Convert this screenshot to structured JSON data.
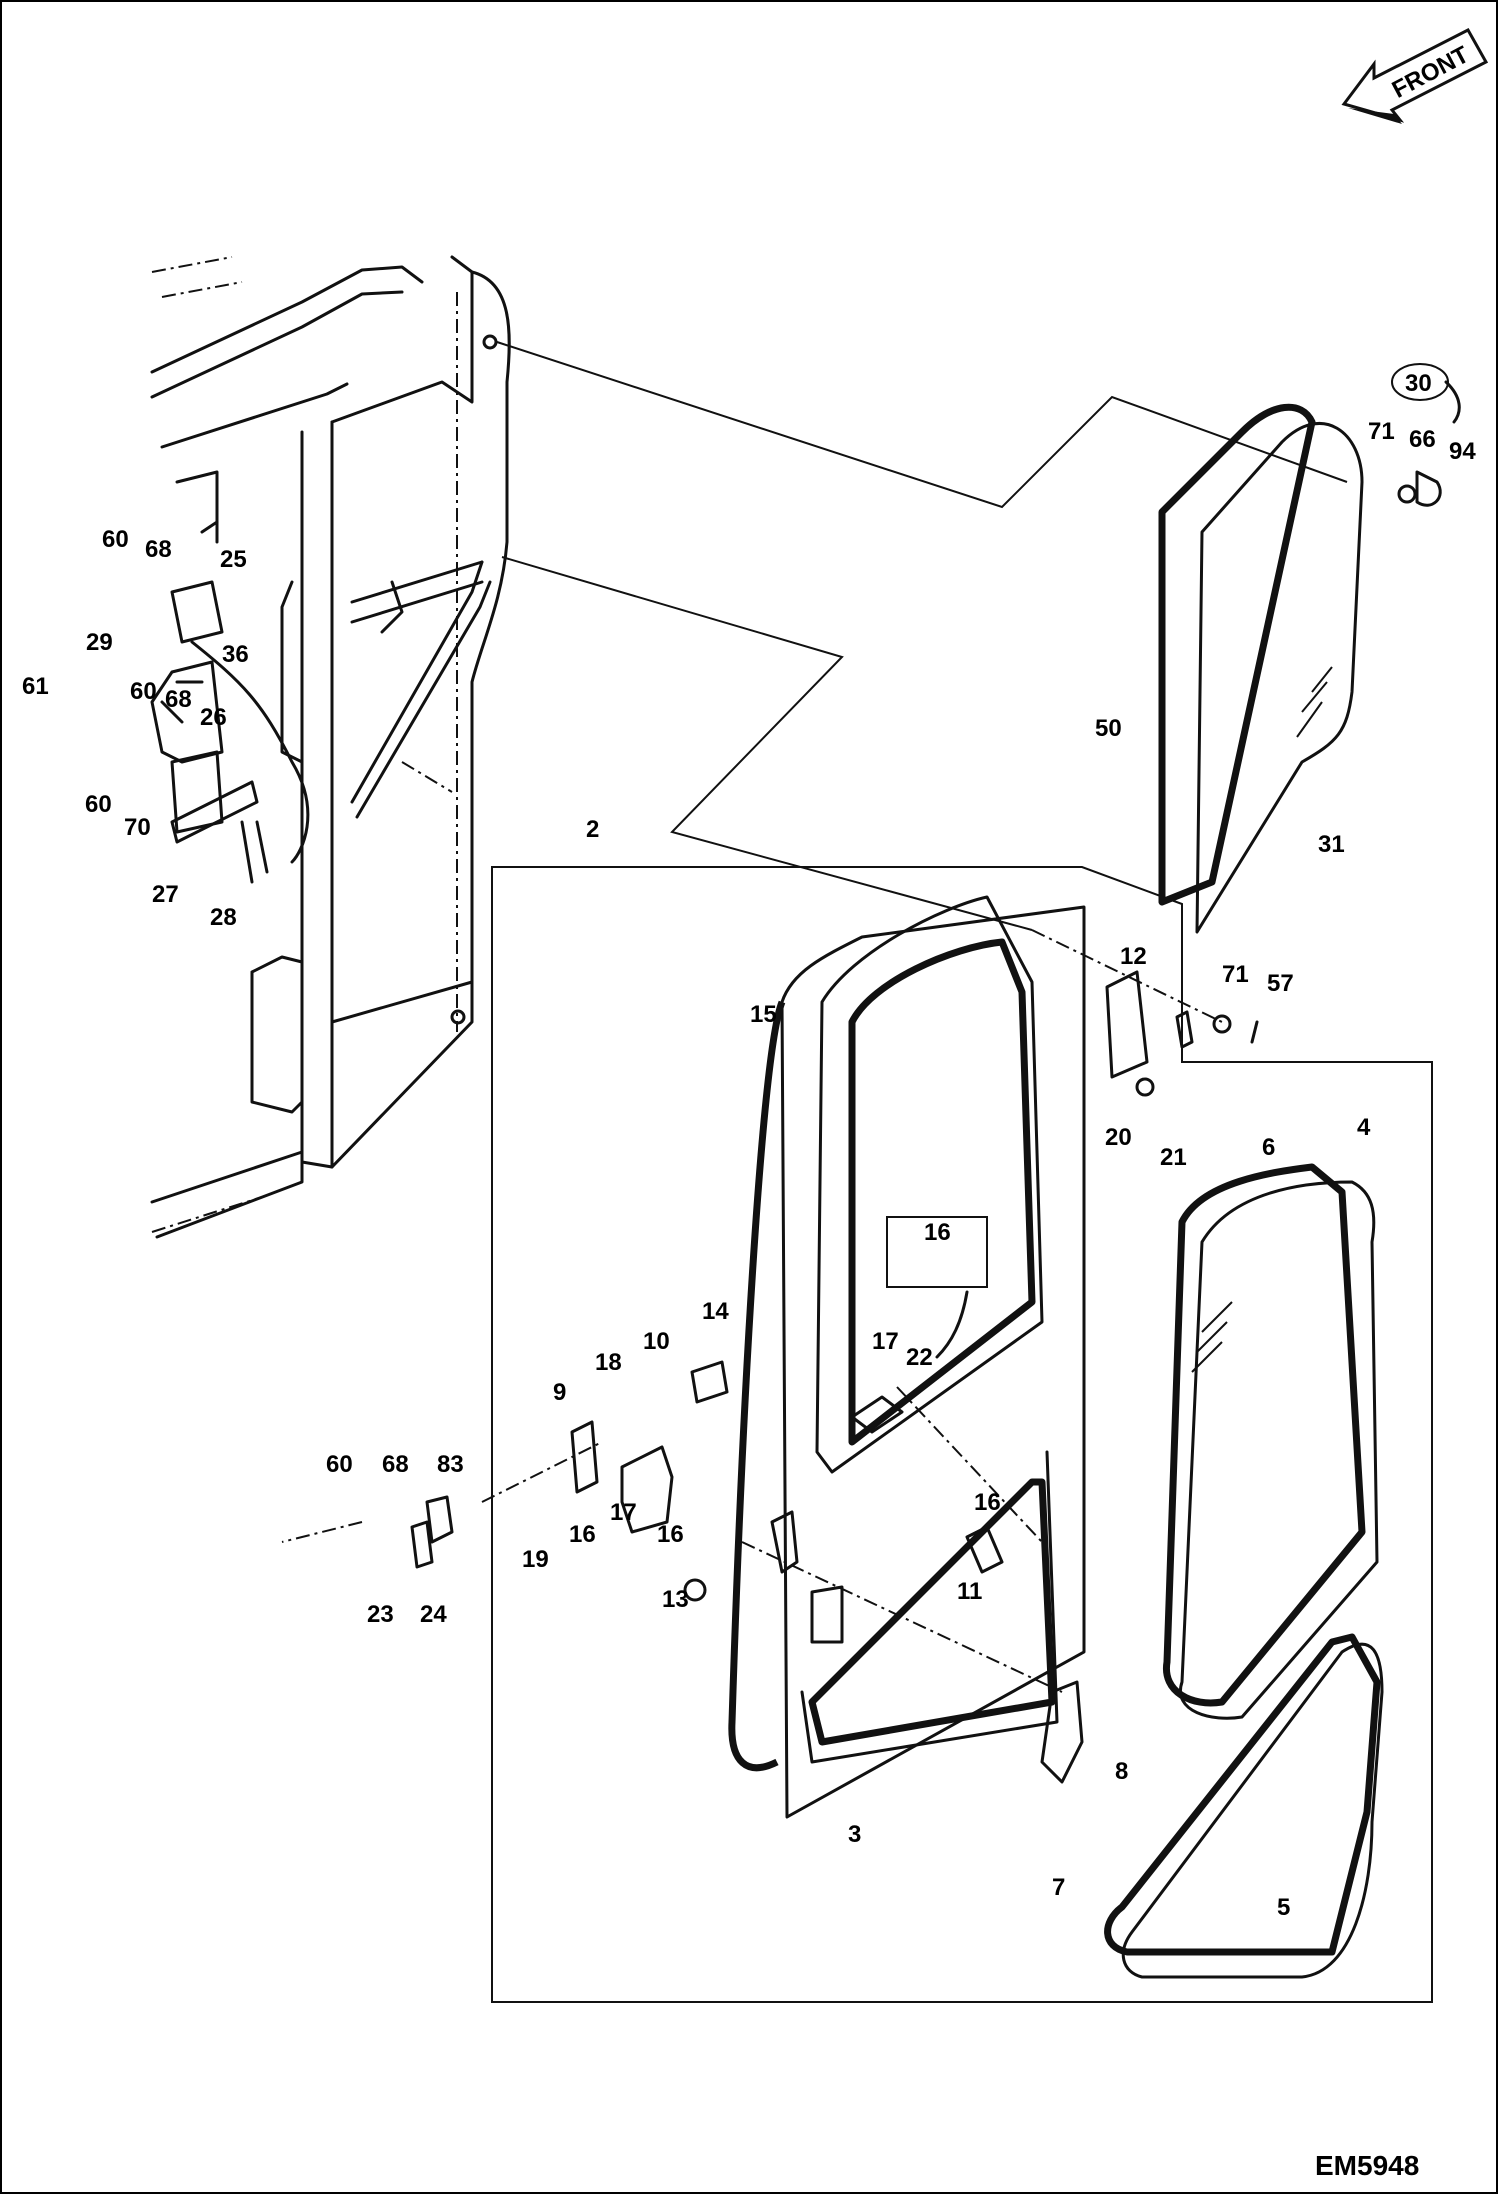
{
  "drawing": {
    "code": "EM5948",
    "front_indicator": "FRONT"
  },
  "callouts": [
    {
      "id": "c60a",
      "text": "60"
    },
    {
      "id": "c68a",
      "text": "68"
    },
    {
      "id": "c25",
      "text": "25"
    },
    {
      "id": "c29",
      "text": "29"
    },
    {
      "id": "c36",
      "text": "36"
    },
    {
      "id": "c61",
      "text": "61"
    },
    {
      "id": "c60b",
      "text": "60"
    },
    {
      "id": "c68b",
      "text": "68"
    },
    {
      "id": "c26",
      "text": "26"
    },
    {
      "id": "c60c",
      "text": "60"
    },
    {
      "id": "c70",
      "text": "70"
    },
    {
      "id": "c27",
      "text": "27"
    },
    {
      "id": "c28",
      "text": "28"
    },
    {
      "id": "c30",
      "text": "30"
    },
    {
      "id": "c71a",
      "text": "71"
    },
    {
      "id": "c66",
      "text": "66"
    },
    {
      "id": "c94",
      "text": "94"
    },
    {
      "id": "c50",
      "text": "50"
    },
    {
      "id": "c31",
      "text": "31"
    },
    {
      "id": "c2",
      "text": "2"
    },
    {
      "id": "c15",
      "text": "15"
    },
    {
      "id": "c12",
      "text": "12"
    },
    {
      "id": "c71b",
      "text": "71"
    },
    {
      "id": "c57",
      "text": "57"
    },
    {
      "id": "c20",
      "text": "20"
    },
    {
      "id": "c21",
      "text": "21"
    },
    {
      "id": "c6",
      "text": "6"
    },
    {
      "id": "c4",
      "text": "4"
    },
    {
      "id": "c16a",
      "text": "16"
    },
    {
      "id": "c14",
      "text": "14"
    },
    {
      "id": "c17a",
      "text": "17"
    },
    {
      "id": "c22",
      "text": "22"
    },
    {
      "id": "c18",
      "text": "18"
    },
    {
      "id": "c10",
      "text": "10"
    },
    {
      "id": "c9",
      "text": "9"
    },
    {
      "id": "c60d",
      "text": "60"
    },
    {
      "id": "c68c",
      "text": "68"
    },
    {
      "id": "c83",
      "text": "83"
    },
    {
      "id": "c17b",
      "text": "17"
    },
    {
      "id": "c16b",
      "text": "16"
    },
    {
      "id": "c16c",
      "text": "16"
    },
    {
      "id": "c16d",
      "text": "16"
    },
    {
      "id": "c19",
      "text": "19"
    },
    {
      "id": "c11",
      "text": "11"
    },
    {
      "id": "c13",
      "text": "13"
    },
    {
      "id": "c23",
      "text": "23"
    },
    {
      "id": "c24",
      "text": "24"
    },
    {
      "id": "c8",
      "text": "8"
    },
    {
      "id": "c3",
      "text": "3"
    },
    {
      "id": "c7",
      "text": "7"
    },
    {
      "id": "c5",
      "text": "5"
    }
  ]
}
